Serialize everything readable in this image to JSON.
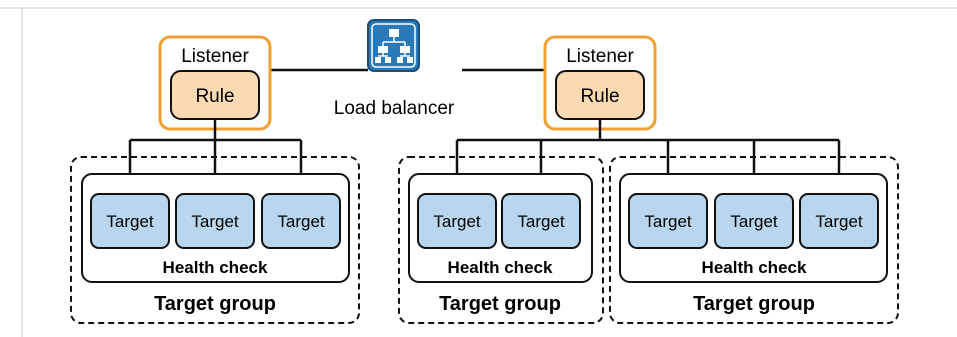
{
  "load_balancer": {
    "label": "Load balancer",
    "icon": "network-hierarchy-icon"
  },
  "listeners": [
    {
      "title": "Listener",
      "rule_label": "Rule",
      "target_groups": [
        {
          "targets": [
            "Target",
            "Target",
            "Target"
          ],
          "health_check_label": "Health check",
          "group_label": "Target group"
        }
      ]
    },
    {
      "title": "Listener",
      "rule_label": "Rule",
      "target_groups": [
        {
          "targets": [
            "Target",
            "Target"
          ],
          "health_check_label": "Health check",
          "group_label": "Target group"
        },
        {
          "targets": [
            "Target",
            "Target",
            "Target"
          ],
          "health_check_label": "Health check",
          "group_label": "Target group"
        }
      ]
    }
  ],
  "colors": {
    "listener_border": "#f0a030",
    "rule_fill": "#fbd9b3",
    "target_fill": "#b8d7ee",
    "lb_icon_fill": "#2a7ab9",
    "line": "#111111"
  }
}
